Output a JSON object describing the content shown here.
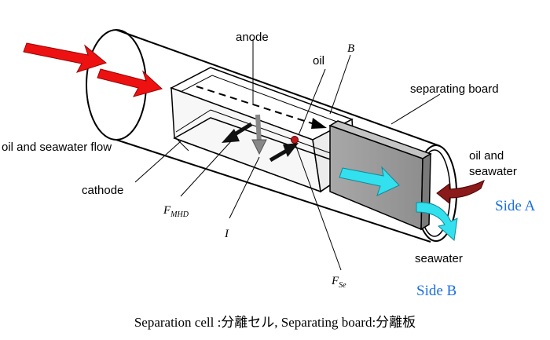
{
  "labels": {
    "anode": "anode",
    "oil": "oil",
    "b": "B",
    "separating_board": "separating board",
    "oil_seawater_flow": "oil and seawater flow",
    "oil_and": "oil and",
    "seawater_top": "seawater",
    "cathode": "cathode",
    "f_mhd_main": "F",
    "f_mhd_sub": "MHD",
    "current_i": "I",
    "f_se_main": "F",
    "f_se_sub": "Se",
    "seawater_bottom": "seawater",
    "side_a": "Side A",
    "side_b": "Side B"
  },
  "caption": "Separation cell :分離セル, Separating board:分離板",
  "colors": {
    "inlet_arrow": "#ee1111",
    "outlet_oil_arrow": "#8b1a1a",
    "seawater_arrow": "#33e0ee",
    "side_label": "#1a6fe0",
    "board": "#999999",
    "force_dark": "#111111",
    "force_grey": "#888888",
    "oil_drop": "#c0181c"
  }
}
